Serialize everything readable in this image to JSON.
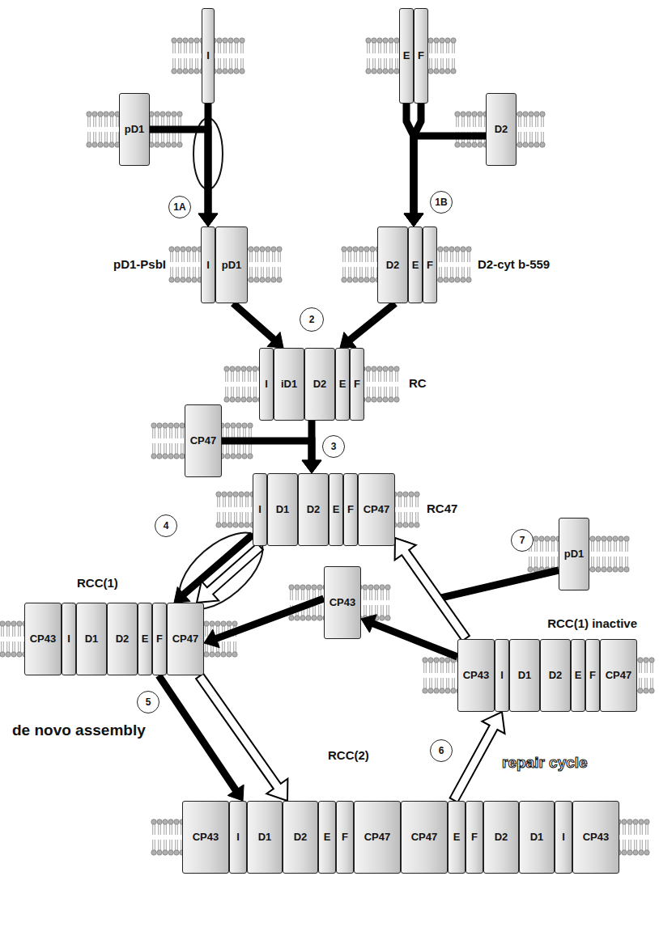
{
  "diagram": {
    "nodes": [
      {
        "text": [
          "I"
        ]
      },
      {
        "text": [
          "E"
        ]
      },
      {
        "text": [
          "F"
        ]
      },
      {
        "text": [
          "pD1"
        ]
      },
      {
        "text": [
          "D2"
        ]
      },
      {
        "text": [
          "1A"
        ]
      },
      {
        "text": [
          "1B"
        ]
      },
      {
        "text": [
          "pD1-PsbI"
        ]
      },
      {
        "text": [
          "I"
        ],
        "in": 7
      },
      {
        "text": [
          "pD1"
        ],
        "in": 7
      },
      {
        "text": [
          "D2-cyt b-559"
        ]
      },
      {
        "text": [
          "D2"
        ],
        "in": 10
      },
      {
        "text": [
          "E"
        ],
        "in": 10
      },
      {
        "text": [
          "F"
        ],
        "in": 10
      },
      {
        "text": [
          "2"
        ]
      },
      {
        "text": [
          "RC"
        ]
      },
      {
        "text": [
          "I"
        ],
        "in": 15
      },
      {
        "text": [
          "iD1"
        ],
        "in": 15
      },
      {
        "text": [
          "D2"
        ],
        "in": 15
      },
      {
        "text": [
          "E"
        ],
        "in": 15
      },
      {
        "text": [
          "F"
        ],
        "in": 15
      },
      {
        "text": [
          "CP47"
        ]
      },
      {
        "text": [
          "3"
        ]
      },
      {
        "text": [
          "RC47"
        ]
      },
      {
        "text": [
          "I"
        ],
        "in": 23
      },
      {
        "text": [
          "D1"
        ],
        "in": 23
      },
      {
        "text": [
          "D2"
        ],
        "in": 23
      },
      {
        "text": [
          "E"
        ],
        "in": 23
      },
      {
        "text": [
          "F"
        ],
        "in": 23
      },
      {
        "text": [
          "CP47"
        ],
        "in": 23
      },
      {
        "text": [
          "pD1"
        ]
      },
      {
        "text": [
          "7"
        ]
      },
      {
        "text": [
          "4"
        ]
      },
      {
        "text": [
          "CP43"
        ]
      },
      {
        "text": [
          "RCC(1)"
        ]
      },
      {
        "text": [
          "CP43"
        ],
        "in": 34
      },
      {
        "text": [
          "I"
        ],
        "in": 34
      },
      {
        "text": [
          "D1"
        ],
        "in": 34
      },
      {
        "text": [
          "D2"
        ],
        "in": 34
      },
      {
        "text": [
          "E"
        ],
        "in": 34
      },
      {
        "text": [
          "F"
        ],
        "in": 34
      },
      {
        "text": [
          "CP47"
        ],
        "in": 34
      },
      {
        "text": [
          "RCC(1) inactive"
        ]
      },
      {
        "text": [
          "CP43"
        ],
        "in": 42
      },
      {
        "text": [
          "I"
        ],
        "in": 42
      },
      {
        "text": [
          "D1"
        ],
        "in": 42
      },
      {
        "text": [
          "D2"
        ],
        "in": 42
      },
      {
        "text": [
          "E"
        ],
        "in": 42
      },
      {
        "text": [
          "F"
        ],
        "in": 42
      },
      {
        "text": [
          "CP47"
        ],
        "in": 42
      },
      {
        "text": [
          "5"
        ]
      },
      {
        "text": [
          "6"
        ]
      },
      {
        "text": [
          "RCC(2)"
        ]
      },
      {
        "text": [
          "CP43"
        ],
        "in": 52
      },
      {
        "text": [
          "I"
        ],
        "in": 52
      },
      {
        "text": [
          "D1"
        ],
        "in": 52
      },
      {
        "text": [
          "D2"
        ],
        "in": 52
      },
      {
        "text": [
          "E"
        ],
        "in": 52
      },
      {
        "text": [
          "F"
        ],
        "in": 52
      },
      {
        "text": [
          "CP47"
        ],
        "in": 52
      },
      {
        "text": [
          "CP47"
        ],
        "in": 52
      },
      {
        "text": [
          "E"
        ],
        "in": 52
      },
      {
        "text": [
          "F"
        ],
        "in": 52
      },
      {
        "text": [
          "D2"
        ],
        "in": 52
      },
      {
        "text": [
          "D1"
        ],
        "in": 52
      },
      {
        "text": [
          "I"
        ],
        "in": 52
      },
      {
        "text": [
          "CP43"
        ],
        "in": 52
      }
    ],
    "edges": [
      {
        "from": 0,
        "to": 7,
        "arrow": "to"
      },
      {
        "from": 3,
        "to": 7,
        "arrow": "to"
      },
      {
        "from": 1,
        "to": 10,
        "arrow": "to"
      },
      {
        "from": 2,
        "to": 10,
        "arrow": "to"
      },
      {
        "from": 4,
        "to": 10,
        "arrow": "to"
      },
      {
        "from": 7,
        "to": 15,
        "arrow": "to"
      },
      {
        "from": 10,
        "to": 15,
        "arrow": "to"
      },
      {
        "from": 15,
        "to": 23,
        "arrow": "to"
      },
      {
        "from": 21,
        "to": 23,
        "arrow": "to"
      },
      {
        "from": 23,
        "to": 34,
        "arrow": "to"
      },
      {
        "from": 23,
        "to": 34,
        "arrow": "to"
      },
      {
        "from": 33,
        "to": 34,
        "arrow": "to"
      },
      {
        "from": 34,
        "to": 52,
        "arrow": "to"
      },
      {
        "from": 34,
        "to": 52,
        "arrow": "to"
      },
      {
        "from": 52,
        "to": 42,
        "arrow": "to"
      },
      {
        "from": 42,
        "to": 23,
        "arrow": "to"
      },
      {
        "from": 30,
        "to": 23,
        "arrow": "to"
      },
      {
        "from": 42,
        "to": 33,
        "arrow": "to"
      }
    ],
    "labels": [
      "de novo assembly",
      "repair cycle"
    ]
  }
}
